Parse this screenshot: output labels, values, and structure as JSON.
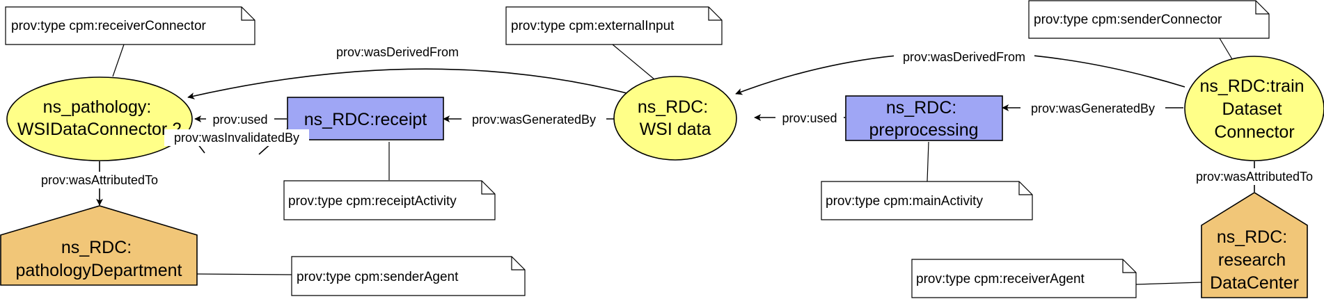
{
  "entities": {
    "wsi_connector": [
      "ns_pathology:",
      "WSIDataConnector 2"
    ],
    "wsi_data": [
      "ns_RDC:",
      "WSI data"
    ],
    "train_connector": [
      "ns_RDC:train",
      "Dataset",
      "Connector"
    ]
  },
  "activities": {
    "receipt": "ns_RDC:receipt",
    "preprocessing": [
      "ns_RDC:",
      "preprocessing"
    ]
  },
  "agents": {
    "pathology_dept": [
      "ns_RDC:",
      "pathologyDepartment"
    ],
    "research_dc": [
      "ns_RDC:",
      "research",
      "DataCenter"
    ]
  },
  "notes": {
    "receiver_connector": "prov:type  cpm:receiverConnector",
    "external_input": "prov:type  cpm:externalInput",
    "sender_connector": "prov:type  cpm:senderConnector",
    "receipt_activity": "prov:type  cpm:receiptActivity",
    "main_activity": "prov:type  cpm:mainActivity",
    "sender_agent": "prov:type  cpm:senderAgent",
    "receiver_agent": "prov:type  cpm:receiverAgent"
  },
  "edges": {
    "derived_wsi_to_connector": "prov:wasDerivedFrom",
    "derived_train_to_wsi": "prov:wasDerivedFrom",
    "used_receipt": "prov:used",
    "used_preprocessing": "prov:used",
    "generated_wsi": "prov:wasGeneratedBy",
    "generated_train": "prov:wasGeneratedBy",
    "invalidated": "prov:wasInvalidatedBy",
    "attributed_pathology": "prov:wasAttributedTo",
    "attributed_research": "prov:wasAttributedTo"
  },
  "colors": {
    "entity_fill": "#ffff88",
    "activity_fill": "#9fa6f5",
    "agent_fill": "#f1c678",
    "note_fill": "#ffffff",
    "stroke": "#000000"
  }
}
